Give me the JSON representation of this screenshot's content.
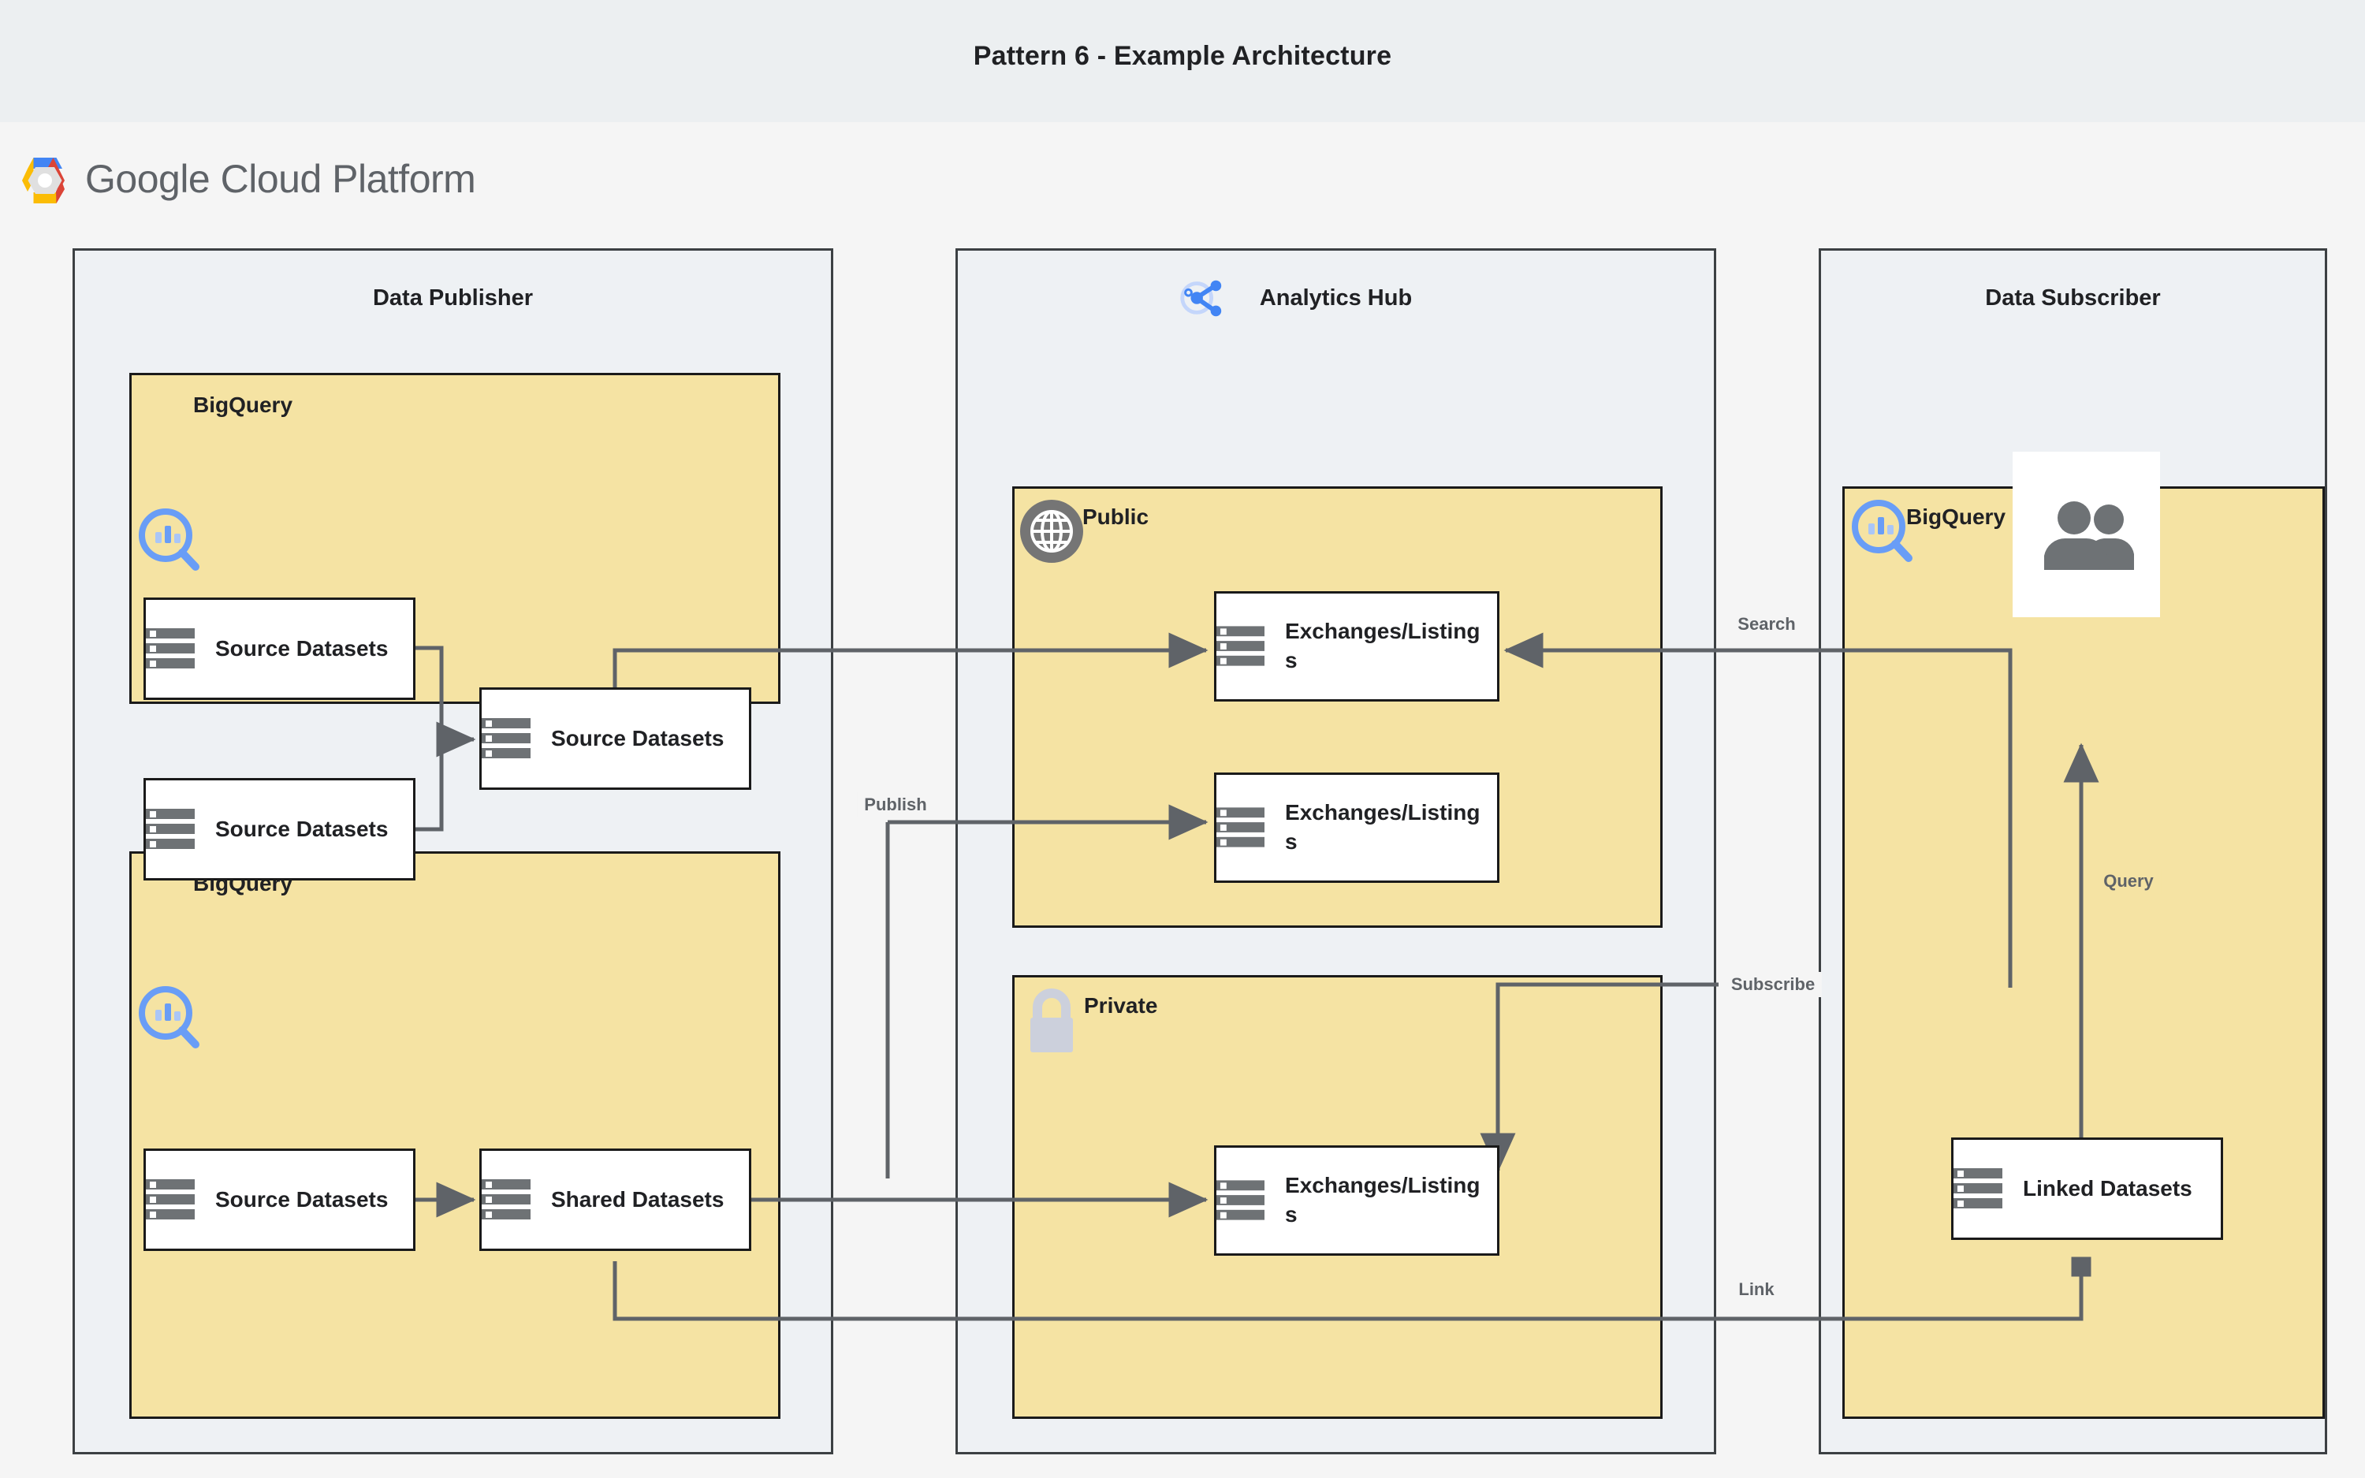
{
  "title": "Pattern 6 - Example Architecture",
  "brand": {
    "name": "Google Cloud Platform",
    "word1": "Google",
    "word2": "Cloud Platform",
    "logo_icon": "gcp-hexagon-logo",
    "colors": {
      "blue": "#4285f4",
      "yellow": "#fbbc05",
      "red": "#db4437",
      "green": "#0f9d58",
      "grey": "#5f6368"
    }
  },
  "theme": {
    "page_bg": "#f5f5f5",
    "title_bg": "#eceff1",
    "lane_bg": "#eef1f4",
    "group_bg": "#f5e3a3",
    "node_bg": "#ffffff",
    "border": "#1a1a1a",
    "edge": "#5f6368",
    "icon_blue": "#699df6",
    "icon_grey": "#757575",
    "lock_grey": "#ccd0dc"
  },
  "lanes": [
    {
      "id": "data-publisher",
      "label": "Data Publisher",
      "icon": null,
      "groups": [
        {
          "id": "publisher-bigquery-top",
          "label": "BigQuery",
          "icon": "bigquery-icon",
          "nodes": [
            {
              "id": "src-ds-1",
              "label": "Source Datasets",
              "icon": "dataset-icon"
            },
            {
              "id": "src-ds-2",
              "label": "Source Datasets",
              "icon": "dataset-icon"
            },
            {
              "id": "src-ds-merged",
              "label": "Source Datasets",
              "icon": "dataset-icon"
            }
          ]
        },
        {
          "id": "publisher-bigquery-bottom",
          "label": "BigQuery",
          "icon": "bigquery-icon",
          "nodes": [
            {
              "id": "src-ds-3",
              "label": "Source Datasets",
              "icon": "dataset-icon"
            },
            {
              "id": "shared-ds",
              "label": "Shared Datasets",
              "icon": "dataset-icon"
            }
          ]
        }
      ]
    },
    {
      "id": "analytics-hub",
      "label": "Analytics Hub",
      "icon": "analytics-hub-share-icon",
      "groups": [
        {
          "id": "public-exchange",
          "label": "Public",
          "icon": "globe-icon",
          "nodes": [
            {
              "id": "public-listing-1",
              "label": "Exchanges/Listings",
              "icon": "dataset-icon"
            },
            {
              "id": "public-listing-2",
              "label": "Exchanges/Listings",
              "icon": "dataset-icon"
            }
          ]
        },
        {
          "id": "private-exchange",
          "label": "Private",
          "icon": "lock-icon",
          "nodes": [
            {
              "id": "private-listing-1",
              "label": "Exchanges/Listings",
              "icon": "dataset-icon"
            }
          ]
        }
      ]
    },
    {
      "id": "data-subscriber",
      "label": "Data Subscriber",
      "icon": null,
      "groups": [
        {
          "id": "subscriber-bigquery",
          "label": "BigQuery",
          "icon": "bigquery-icon",
          "nodes": [
            {
              "id": "subscriber-users",
              "label": "",
              "icon": "users-icon"
            },
            {
              "id": "linked-ds",
              "label": "Linked Datasets",
              "icon": "dataset-icon"
            }
          ]
        }
      ]
    }
  ],
  "edge_labels": {
    "search": "Search",
    "publish": "Publish",
    "subscribe": "Subscribe",
    "query": "Query",
    "link": "Link"
  },
  "node_labels": {
    "source_datasets": "Source Datasets",
    "shared_datasets": "Shared Datasets",
    "linked_datasets": "Linked Datasets",
    "exchanges_listings": "Exchanges/Listings",
    "bigquery": "BigQuery",
    "public": "Public",
    "private": "Private"
  }
}
